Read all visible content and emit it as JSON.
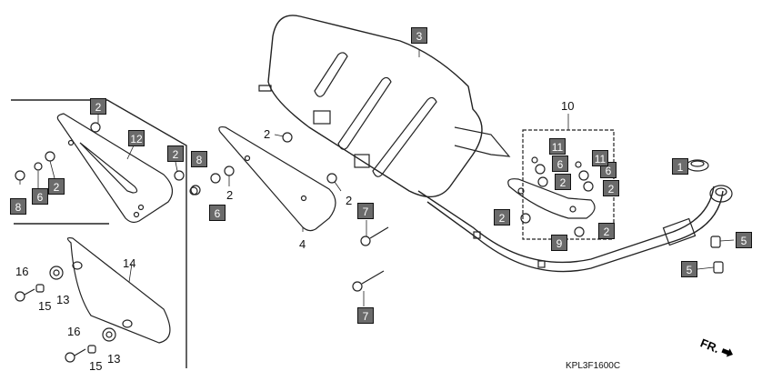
{
  "diagram": {
    "title_code": "KPL3F1600C",
    "front_indicator": "FR.",
    "callouts_boxed": [
      {
        "id": "b1",
        "label": "1",
        "part": "gasket"
      },
      {
        "id": "b2a",
        "label": "2"
      },
      {
        "id": "b2b",
        "label": "2"
      },
      {
        "id": "b2c",
        "label": "2"
      },
      {
        "id": "b2d",
        "label": "2"
      },
      {
        "id": "b2e",
        "label": "2"
      },
      {
        "id": "b2f",
        "label": "2"
      },
      {
        "id": "b2g",
        "label": "2"
      },
      {
        "id": "b3",
        "label": "3",
        "part": "muffler"
      },
      {
        "id": "b5a",
        "label": "5"
      },
      {
        "id": "b5b",
        "label": "5"
      },
      {
        "id": "b6a",
        "label": "6"
      },
      {
        "id": "b6b",
        "label": "6"
      },
      {
        "id": "b6c",
        "label": "6"
      },
      {
        "id": "b6d",
        "label": "6"
      },
      {
        "id": "b7a",
        "label": "7"
      },
      {
        "id": "b7b",
        "label": "7"
      },
      {
        "id": "b8a",
        "label": "8"
      },
      {
        "id": "b8b",
        "label": "8"
      },
      {
        "id": "b9",
        "label": "9"
      },
      {
        "id": "b11a",
        "label": "11"
      },
      {
        "id": "b11b",
        "label": "11"
      },
      {
        "id": "b12",
        "label": "12"
      }
    ],
    "callouts_plain": [
      {
        "id": "n2a",
        "label": "2"
      },
      {
        "id": "n2b",
        "label": "2"
      },
      {
        "id": "n2c",
        "label": "2"
      },
      {
        "id": "n4",
        "label": "4"
      },
      {
        "id": "n10",
        "label": "10"
      },
      {
        "id": "n13a",
        "label": "13"
      },
      {
        "id": "n13b",
        "label": "13"
      },
      {
        "id": "n14",
        "label": "14"
      },
      {
        "id": "n15a",
        "label": "15"
      },
      {
        "id": "n15b",
        "label": "15"
      },
      {
        "id": "n16a",
        "label": "16"
      },
      {
        "id": "n16b",
        "label": "16"
      }
    ]
  }
}
